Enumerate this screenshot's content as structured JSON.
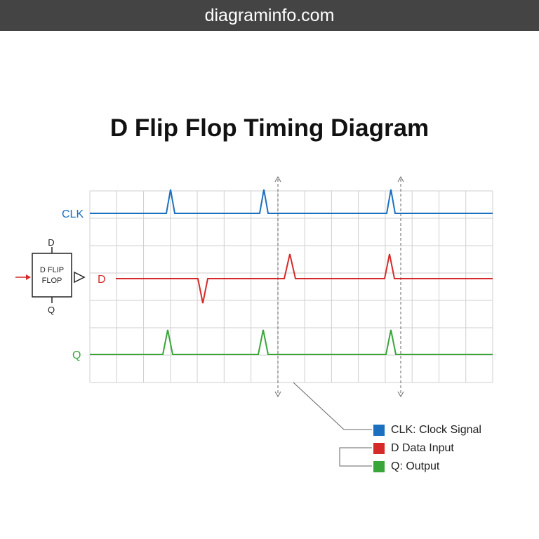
{
  "header": {
    "site": "diagraminfo.com"
  },
  "title": "D Flip Flop Timing Diagram",
  "signals": {
    "clk": {
      "label": "CLK",
      "color": "#1a6fbf"
    },
    "d": {
      "label": "D",
      "color": "#d62a2a"
    },
    "q": {
      "label": "Q",
      "color": "#3aa63a"
    }
  },
  "block": {
    "line1": "D FLIP",
    "line2": "FLOP",
    "top_pin": "D",
    "bottom_pin": "Q",
    "arrow_color": "#d62a2a"
  },
  "legend": [
    {
      "text": "CLK: Clock Signal",
      "color": "#1a6fbf"
    },
    {
      "text": "D Data Input",
      "color": "#d62a2a"
    },
    {
      "text": "Q: Output",
      "color": "#3aa63a"
    }
  ],
  "colors": {
    "grid": "#cfcfcf",
    "marker": "#555555",
    "header_bg": "#444444"
  }
}
